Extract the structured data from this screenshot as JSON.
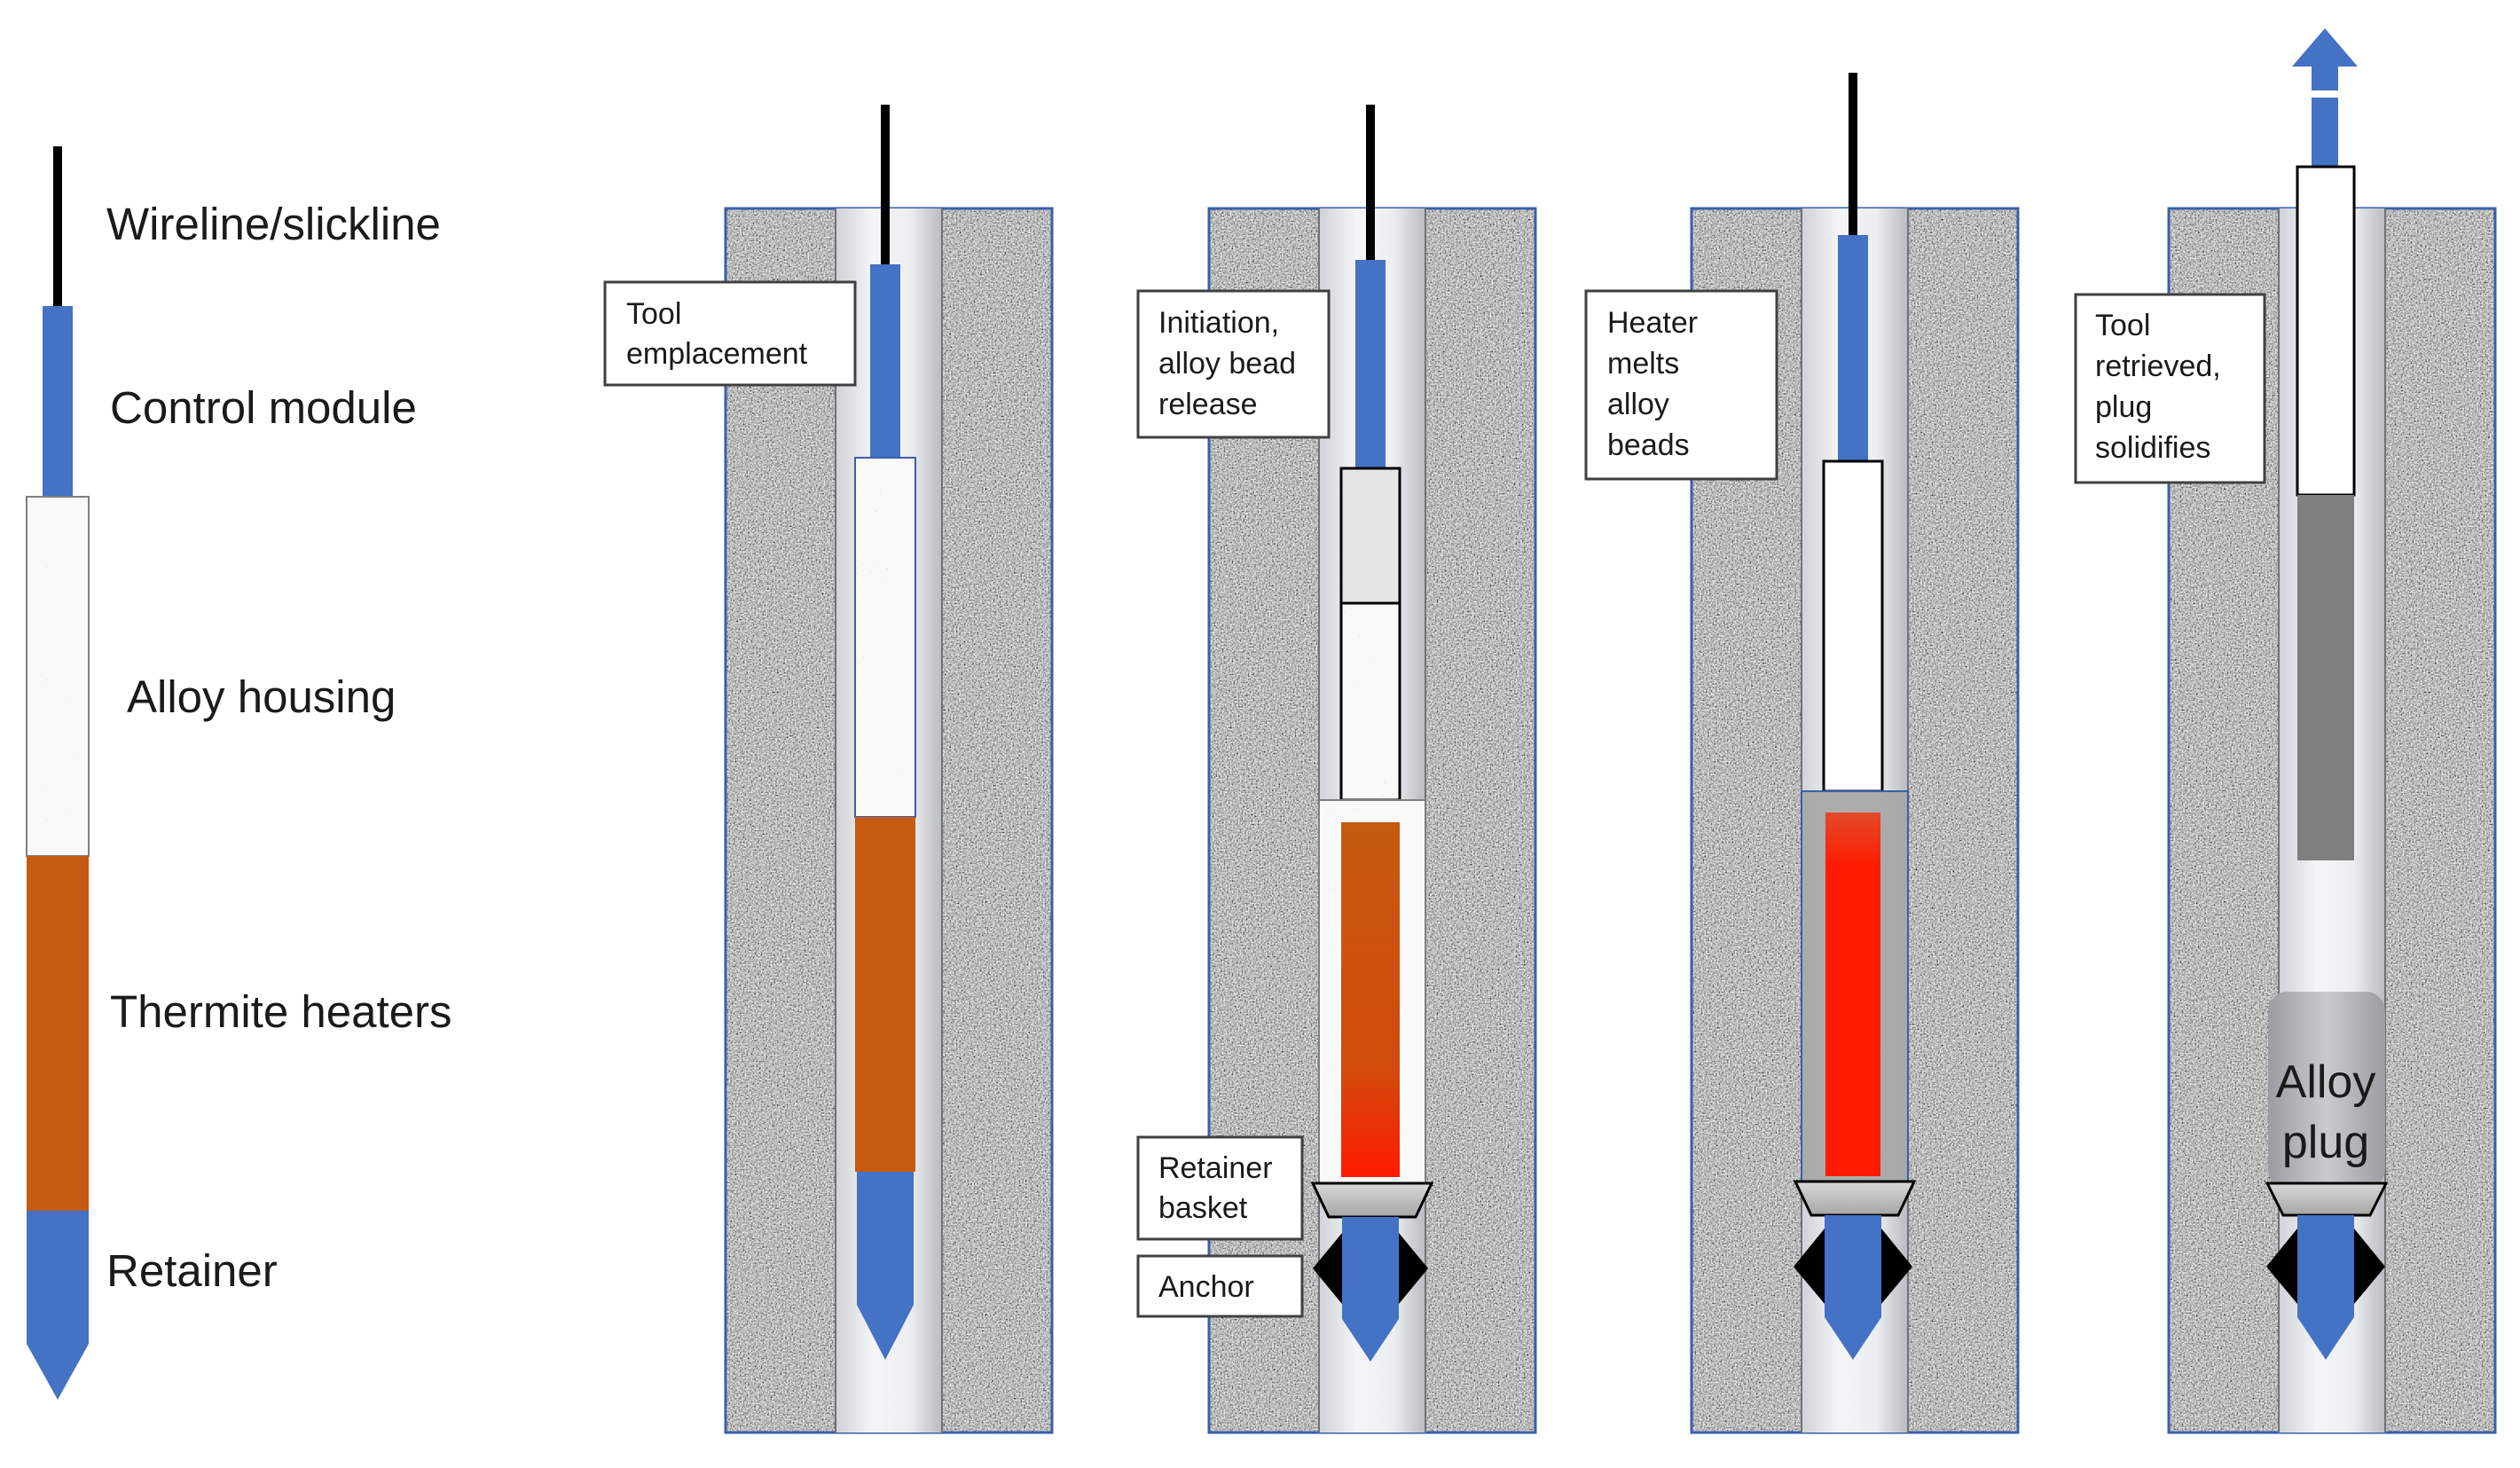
{
  "legend": {
    "wireline": "Wireline/slickline",
    "control_module": "Control module",
    "alloy_housing": "Alloy housing",
    "thermite_heaters": "Thermite heaters",
    "retainer": "Retainer"
  },
  "stages": [
    {
      "callout": [
        "Tool",
        "emplacement"
      ]
    },
    {
      "callout": [
        "Initiation,",
        "alloy bead",
        "release"
      ],
      "labels": {
        "retainer_basket": [
          "Retainer",
          "basket"
        ],
        "anchor": "Anchor"
      }
    },
    {
      "callout": [
        "Heater",
        "melts",
        "alloy",
        "beads"
      ]
    },
    {
      "callout": [
        "Tool",
        "retrieved,",
        "plug",
        "solidifies"
      ],
      "plug": [
        "Alloy",
        "plug"
      ]
    }
  ],
  "colors": {
    "control_blue": "#4472c4",
    "thermite_orange": "#c55a11",
    "molten_red": "#ff1a00",
    "rock_gray": "#a6a6a6",
    "casing_light": "#e8eaec",
    "anchor_black": "#000000",
    "solid_plug_gray": "#7f7f7f"
  }
}
